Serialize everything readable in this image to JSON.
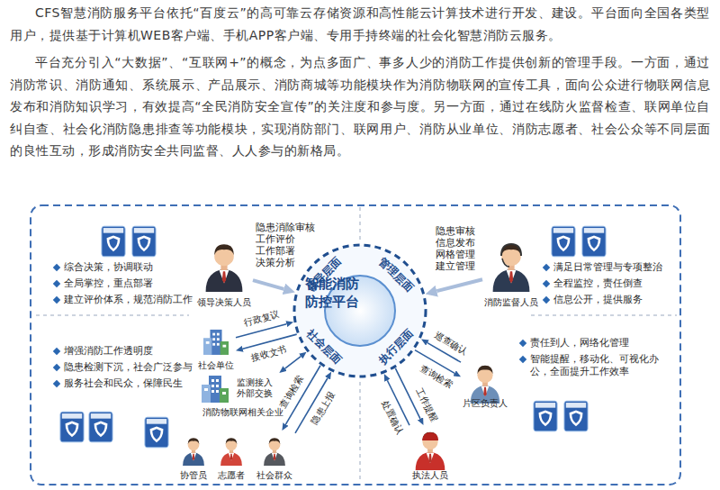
{
  "diagram": {
    "nodes": [
      {
        "text": [
          "领导决策人员"
        ]
      },
      {
        "text": [
          "消防监督人员"
        ]
      },
      {
        "text": [
          "领导层面",
          "管理层面",
          "社会层面",
          "执行层面"
        ]
      },
      {
        "text": [
          "智能消防防控平台"
        ],
        "in": 2
      },
      {
        "text": [
          "社会单位"
        ]
      },
      {
        "text": [
          "消防物联网相关企业"
        ]
      },
      {
        "text": [
          "协管员"
        ]
      },
      {
        "text": [
          "志愿者"
        ]
      },
      {
        "text": [
          "社会群众"
        ]
      },
      {
        "text": [
          "片区负责人"
        ]
      },
      {
        "text": [
          "执法人员"
        ]
      }
    ],
    "edges": [
      {
        "from": 0,
        "to": 2,
        "arrow": "to"
      },
      {
        "from": 1,
        "to": 2,
        "arrow": "to"
      },
      {
        "from": 4,
        "to": 2,
        "arrow": "to",
        "label": "行政复议"
      },
      {
        "from": 2,
        "to": 4,
        "arrow": "to",
        "label": "接收文书"
      },
      {
        "from": 5,
        "to": 2,
        "arrow": "both",
        "label": "监测接入 外部交换"
      },
      {
        "from": 8,
        "to": 2,
        "arrow": "to",
        "label": "隐患上报"
      },
      {
        "from": 2,
        "to": 8,
        "arrow": "to",
        "label": "查询检索"
      },
      {
        "from": 9,
        "to": 2,
        "arrow": "to",
        "label": "巡查确认"
      },
      {
        "from": 2,
        "to": 9,
        "arrow": "to",
        "label": "查询检索"
      },
      {
        "from": 2,
        "to": 10,
        "arrow": "to",
        "label": "工作提醒"
      },
      {
        "from": 10,
        "to": 2,
        "arrow": "to",
        "label": "处置确认"
      }
    ],
    "labels": [
      "CFS智慧消防服务平台依托“百度云”的高可靠云存储资源和高性能云计算技术进行开发、建设。平台面向全国各类型用户，提供基于计算机WEB客户端、手机APP客户端、专用手持终端的社会化智慧消防云服务。",
      "平台充分引入“大数据”、“互联网+”的概念，为点多面广、事多人少的消防工作提供创新的管理手段。一方面，通过消防常识、消防通知、系统展示、产品展示、消防商城等功能模块作为消防物联网的宣传工具，面向公众进行物联网信息发布和消防知识学习，有效提高“全民消防安全宣传”的关注度和参与度。另一方面，通过在线防火监督检查、联网单位自纠自查、社会化消防隐患排查等功能模块，实现消防部门、联网用户、消防从业单位、消防志愿者、社会公众等不同层面的良性互动，形成消防安全共同监督、人人参与的新格局。",
      "隐患消除审核",
      "工作评价",
      "工作部署",
      "决策分析",
      "综合决策，协调联动",
      "全局掌控，重点部署",
      "建立评价体系，规范消防工作",
      "隐患审核",
      "信息发布",
      "网格管理",
      "建立管理",
      "满足日常管理与专项整治",
      "全程监控，责任倒查",
      "信息公开，提供服务",
      "增强消防工作透明度",
      "隐患检测下沉，社会广泛参与",
      "服务社会和民众，保障民生",
      "责任到人，网络化管理",
      "智能提醒，移动化、可视化办公，全面提升工作效率"
    ]
  }
}
